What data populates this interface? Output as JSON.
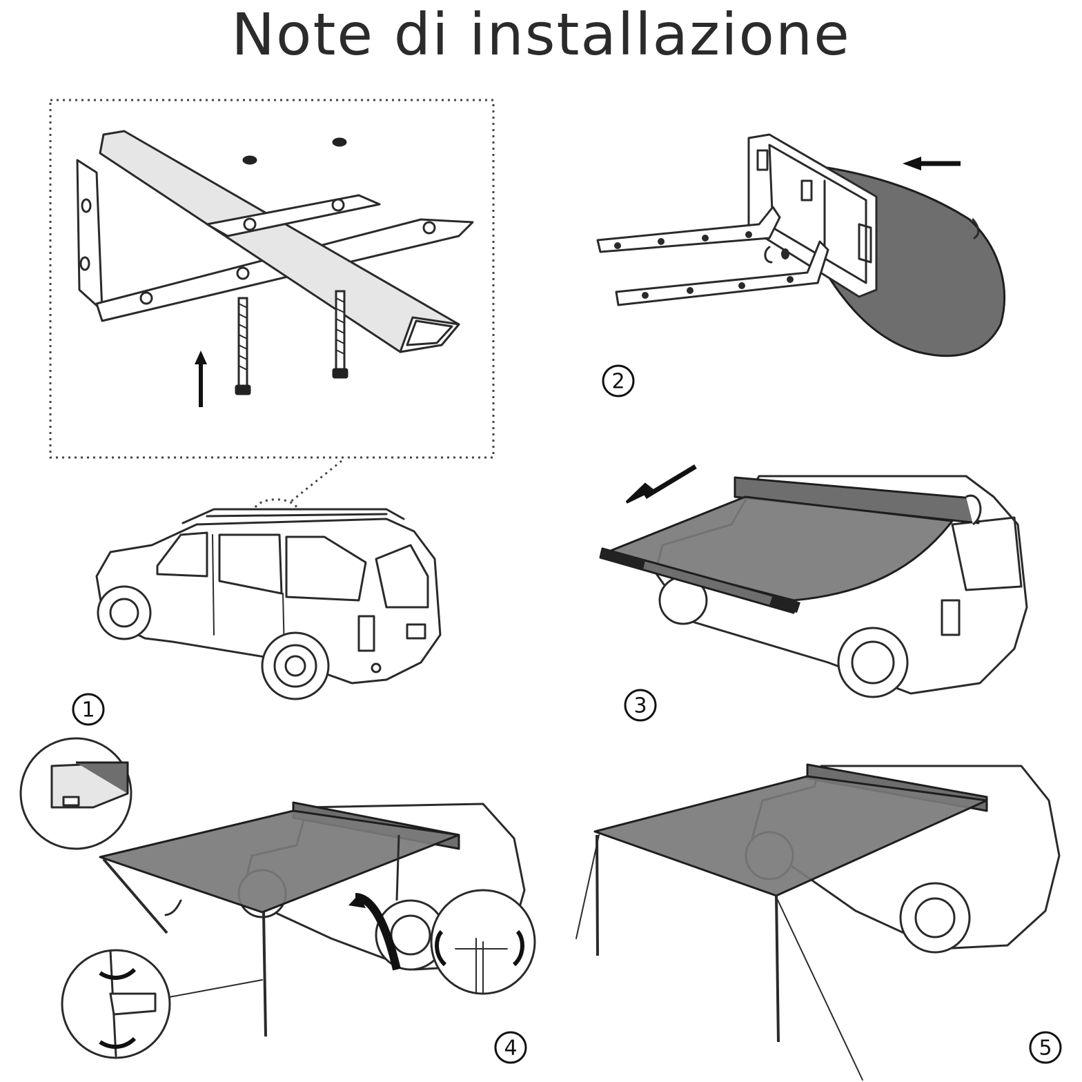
{
  "title": "Note di installazione",
  "steps": [
    {
      "number": "1"
    },
    {
      "number": "2"
    },
    {
      "number": "3"
    },
    {
      "number": "4"
    },
    {
      "number": "5"
    }
  ],
  "colors": {
    "ink": "#2a2a2a",
    "fabric": "#6e6e6e",
    "background": "#ffffff"
  }
}
